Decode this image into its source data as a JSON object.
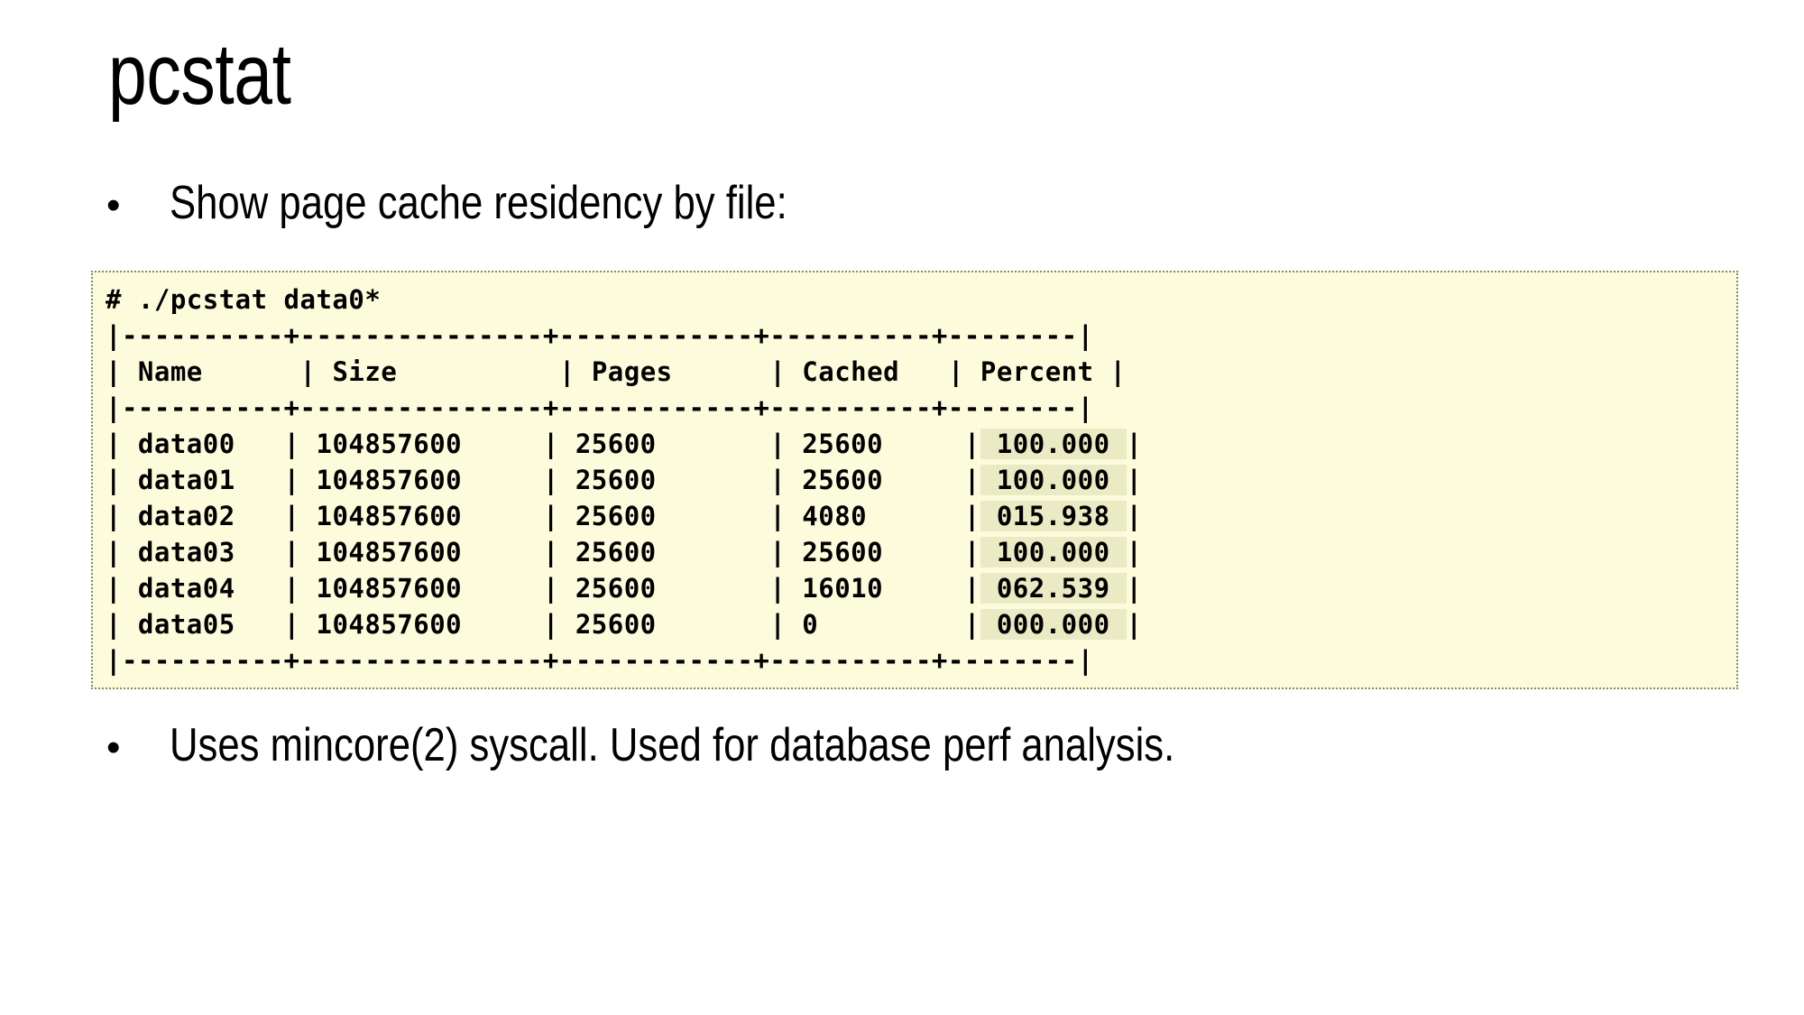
{
  "slide": {
    "title": "pcstat",
    "bullets": [
      "Show page cache residency by file:",
      "Uses mincore(2) syscall. Used for database perf analysis."
    ],
    "bullet_marker": "•"
  },
  "terminal": {
    "prompt_line": "# ./pcstat data0*",
    "rule": "|----------+---------------+------------+----------+--------|",
    "header_row": {
      "prefix": "| ",
      "name": "Name      ",
      "sep1": "| ",
      "size": "Size          ",
      "sep2": "| ",
      "pages": "Pages      ",
      "sep3": "| ",
      "cached": "Cached   ",
      "sep4": "| ",
      "percent": "Percent ",
      "suffix": "|"
    },
    "columns": [
      "Name",
      "Size",
      "Pages",
      "Cached",
      "Percent"
    ],
    "rows": [
      {
        "name": "data00",
        "size": "104857600",
        "pages": "25600",
        "cached": "25600",
        "percent": "100.000"
      },
      {
        "name": "data01",
        "size": "104857600",
        "pages": "25600",
        "cached": "25600",
        "percent": "100.000"
      },
      {
        "name": "data02",
        "size": "104857600",
        "pages": "25600",
        "cached": "4080",
        "percent": "015.938"
      },
      {
        "name": "data03",
        "size": "104857600",
        "pages": "25600",
        "cached": "25600",
        "percent": "100.000"
      },
      {
        "name": "data04",
        "size": "104857600",
        "pages": "25600",
        "cached": "16010",
        "percent": "062.539"
      },
      {
        "name": "data05",
        "size": "104857600",
        "pages": "25600",
        "cached": "0",
        "percent": "000.000"
      }
    ],
    "colors": {
      "background": "#fcfcdc",
      "highlight": "#eaeac4",
      "border": "#8a8a6a",
      "text": "#000000"
    }
  }
}
